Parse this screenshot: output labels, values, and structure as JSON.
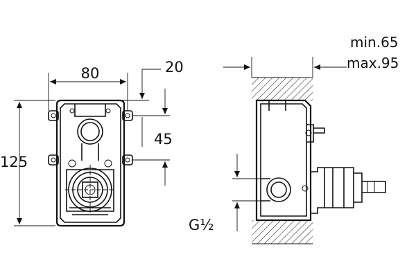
{
  "front_view": {
    "width_label": "80",
    "height_label": "125",
    "top_offset_label": "20",
    "mount_spacing_label": "45"
  },
  "side_view": {
    "depth_min_label": "min.65",
    "depth_max_label": "max.95",
    "thread_label": "G½"
  }
}
